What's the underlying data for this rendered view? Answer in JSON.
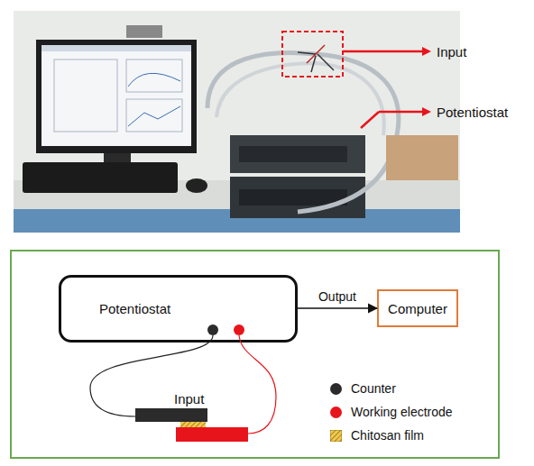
{
  "diagram": {
    "nodes": [
      {
        "text": [
          "Potentiostat"
        ]
      },
      {
        "text": [
          "Computer"
        ]
      }
    ],
    "edges": [
      {
        "from": 0,
        "to": 1,
        "label": "Output",
        "arrow": "to"
      }
    ],
    "labels": [
      "Input",
      "Potentiostat",
      "Input"
    ],
    "legend": [
      {
        "text": "Counter",
        "color": "#2b2b2b"
      },
      {
        "text": "Working electrode",
        "color": "#e8141b"
      },
      {
        "text": "Chitosan film"
      }
    ]
  }
}
